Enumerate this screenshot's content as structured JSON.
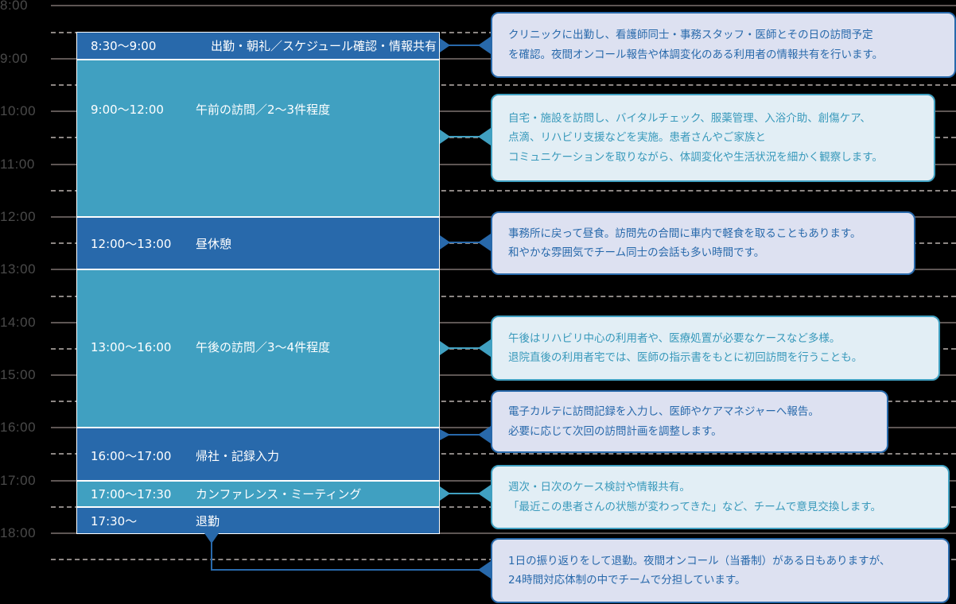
{
  "time_axis": {
    "labels": [
      "8:00",
      "9:00",
      "10:00",
      "11:00",
      "12:00",
      "13:00",
      "14:00",
      "15:00",
      "16:00",
      "17:00",
      "18:00"
    ]
  },
  "colors": {
    "dark_block": "#2869ab",
    "light_block": "#40a0c1",
    "dark_callout_bg": "#dde1f1",
    "light_callout_bg": "#e2eef5",
    "grid_solid": "#5e5654",
    "grid_dashed": "#8c8683"
  },
  "schedule": [
    {
      "time": "8:30〜9:00",
      "title": "出勤・朝礼／スケジュール確認・情報共有",
      "style": "dark"
    },
    {
      "time": "9:00〜12:00",
      "title": "午前の訪問／2〜3件程度",
      "style": "light"
    },
    {
      "time": "12:00〜13:00",
      "title": "昼休憩",
      "style": "dark"
    },
    {
      "time": "13:00〜16:00",
      "title": "午後の訪問／3〜4件程度",
      "style": "light"
    },
    {
      "time": "16:00〜17:00",
      "title": "帰社・記録入力",
      "style": "dark"
    },
    {
      "time": "17:00〜17:30",
      "title": "カンファレンス・ミーティング",
      "style": "light"
    },
    {
      "time": "17:30〜",
      "title": "退勤",
      "style": "dark"
    }
  ],
  "callouts": [
    {
      "lines": [
        "クリニックに出勤し、看護師同士・事務スタッフ・医師とその日の訪問予定",
        "を確認。夜間オンコール報告や体調変化のある利用者の情報共有を行います。"
      ]
    },
    {
      "lines": [
        "自宅・施設を訪問し、バイタルチェック、服薬管理、入浴介助、創傷ケア、",
        "点滴、リハビリ支援などを実施。患者さんやご家族と",
        "コミュニケーションを取りながら、体調変化や生活状況を細かく観察します。"
      ]
    },
    {
      "lines": [
        "事務所に戻って昼食。訪問先の合間に車内で軽食を取ることもあります。",
        "和やかな雰囲気でチーム同士の会話も多い時間です。"
      ]
    },
    {
      "lines": [
        "午後はリハビリ中心の利用者や、医療処置が必要なケースなど多様。",
        "退院直後の利用者宅では、医師の指示書をもとに初回訪問を行うことも。"
      ]
    },
    {
      "lines": [
        "電子カルテに訪問記録を入力し、医師やケアマネジャーへ報告。",
        "必要に応じて次回の訪問計画を調整します。"
      ]
    },
    {
      "lines": [
        "週次・日次のケース検討や情報共有。",
        "「最近この患者さんの状態が変わってきた」など、チームで意見交換します。"
      ]
    },
    {
      "lines": [
        "1日の振り返りをして退勤。夜間オンコール（当番制）がある日もありますが、",
        "24時間対応体制の中でチームで分担しています。"
      ]
    }
  ]
}
